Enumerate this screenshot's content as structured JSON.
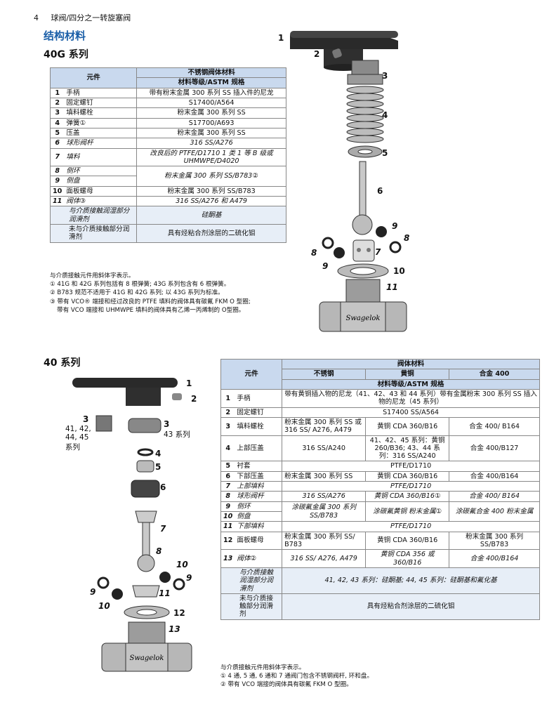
{
  "page": {
    "number": "4",
    "header": "球阀/四分之一转旋塞阀"
  },
  "section_title": "结构材料",
  "series1": {
    "title": "40G 系列",
    "table": {
      "col_component": "元件",
      "col_group": "不锈钢阀体材料",
      "col_spec": "材料等级/ASTM 规格",
      "rows": [
        {
          "num": "1",
          "name": "手柄",
          "value": "带有粉末金属 300 系列 SS 插入件的尼龙"
        },
        {
          "num": "2",
          "name": "固定螺钉",
          "value": "S17400/A564"
        },
        {
          "num": "3",
          "name": "填料螺栓",
          "value": "粉末金属 300 系列 SS"
        },
        {
          "num": "4",
          "name": "弹簧①",
          "value": "S17700/A693"
        },
        {
          "num": "5",
          "name": "压盖",
          "value": "粉末金属 300 系列 SS"
        },
        {
          "num": "6",
          "name": "球形阀杆",
          "value": "316 SS/A276"
        },
        {
          "num": "7",
          "name": "填料",
          "value": "改良后的 PTFE/D1710 1 类 1 等 B 级或 UHMWPE/D4020"
        },
        {
          "num": "8",
          "name": "侧环",
          "value": "粉末金属 300 系列 SS/B783②"
        },
        {
          "num": "9",
          "name": "侧盘",
          "value": ""
        },
        {
          "num": "10",
          "name": "面板螺母",
          "value": "粉末金属 300 系列 SS/B783"
        },
        {
          "num": "11",
          "name": "阀体③",
          "value": "316 SS/A276 和 A479"
        }
      ],
      "lube_wetted_label": "与介质接触润湿部分润滑剂",
      "lube_wetted_value": "硅酮基",
      "lube_nonwetted_label": "未与介质接触部分润滑剂",
      "lube_nonwetted_value": "具有烃粘合剂涂层的二硫化钼"
    },
    "notes": [
      "与介质接触元件用斜体字表示。",
      "① 41G 和 42G 系列包括有 8 根弹簧; 43G 系列包含有 6 根弹簧。",
      "② B783 规范不适用于 41G 和 42G 系列; 以 43G 系列为标准。",
      "③ 带有 VCO® 端接和经过改良的 PTFE 填料的阀体具有碳氟 FKM O 型圈;",
      "带有 VCO 端接和 UHMWPE 填料的阀体具有乙烯一丙烯制的 O型圈。"
    ],
    "diagram_labels": [
      "1",
      "2",
      "3",
      "4",
      "5",
      "6",
      "9",
      "8",
      "8",
      "7",
      "9",
      "10",
      "11"
    ]
  },
  "series2": {
    "title": "40 系列",
    "table": {
      "col_component": "元件",
      "col_group": "阀体材料",
      "col_ss": "不锈钢",
      "col_brass": "黄铜",
      "col_alloy": "合金 400",
      "col_spec": "材料等级/ASTM 规格",
      "row1": {
        "num": "1",
        "name": "手柄",
        "value": "带有黄铜插入物的尼龙（41、42、43 和 44 系列）带有金属粉末 300 系列 SS 插入物的尼龙（45 系列）"
      },
      "row2": {
        "num": "2",
        "name": "固定螺钉",
        "value": "S17400 SS/A564"
      },
      "row3": {
        "num": "3",
        "name": "填料螺栓",
        "ss": "粉末金属 300 系列 SS 或 316 SS/ A276, A479",
        "brass": "黄铜 CDA 360/B16",
        "alloy": "合金 400/ B164"
      },
      "row4": {
        "num": "4",
        "name": "上部压盖",
        "ss": "316 SS/A240",
        "brass": "41、42、45 系列：黄铜 260/B36; 43、44 系列：316 SS/A240",
        "alloy": "合金 400/B127"
      },
      "row5": {
        "num": "5",
        "name": "衬套",
        "value": "PTFE/D1710"
      },
      "row6": {
        "num": "6",
        "name": "下部压盖",
        "ss": "粉末金属 300 系列 SS",
        "brass": "黄铜 CDA 360/B16",
        "alloy": "合金 400/B164"
      },
      "row7": {
        "num": "7",
        "name": "上部填料",
        "value": "PTFE/D1710"
      },
      "row8": {
        "num": "8",
        "name": "球形阀杆",
        "ss": "316 SS/A276",
        "brass": "黄铜 CDA 360/B16①",
        "alloy": "合金 400/ B164"
      },
      "row9": {
        "num": "9",
        "name": "侧环",
        "ss": "涂碳氟金属 300 系列 SS/B783",
        "brass": "涂碳氟黄铜 粉末金属①",
        "alloy": "涂碳氟合金 400 粉末金属"
      },
      "row10": {
        "num": "10",
        "name": "侧盘"
      },
      "row11": {
        "num": "11",
        "name": "下部填料",
        "value": "PTFE/D1710"
      },
      "row12": {
        "num": "12",
        "name": "面板螺母",
        "ss": "粉末金属 300 系列 SS/ B783",
        "brass": "黄铜 CDA 360/B16",
        "alloy": "粉末金属 300 系列 SS/B783"
      },
      "row13": {
        "num": "13",
        "name": "阀体②",
        "ss": "316 SS/ A276, A479",
        "brass": "黄铜 CDA 356 或 360/B16",
        "alloy": "合金 400/B164"
      },
      "lube_wetted_label": "与介质接触润湿部分润滑剂",
      "lube_wetted_value": "41, 42, 43 系列：硅酮基; 44, 45 系列：硅酮基和氟化基",
      "lube_nonwetted_label": "未与介质接触部分润滑剂",
      "lube_nonwetted_value": "具有烃粘合剂涂层的二硫化钼"
    },
    "notes": [
      "与介质接触元件用斜体字表示。",
      "① 4 通, 5 通, 6 通和 7 通阀门包含不锈钢阀杆, 环和盘。",
      "② 带有 VCO 端接的阀体具有碳氟 FKM O 型圈。"
    ],
    "diagram_labels": {
      "n1": "1",
      "n2": "2",
      "n3a": "3",
      "n3a_series": "41, 42, 44, 45 系列",
      "n3b": "3",
      "n3b_series": "43 系列",
      "n4": "4",
      "n5": "5",
      "n6": "6",
      "n7": "7",
      "n8": "8",
      "n10a": "10",
      "n9a": "9",
      "n9b": "9",
      "n10b": "10",
      "n11": "11",
      "n12": "12",
      "n13": "13"
    }
  },
  "brand_text": "Swagelok",
  "colors": {
    "header_blue": "#1b5fa8",
    "table_header_bg": "#c9d9ee",
    "row_shade": "#e7eef7"
  }
}
